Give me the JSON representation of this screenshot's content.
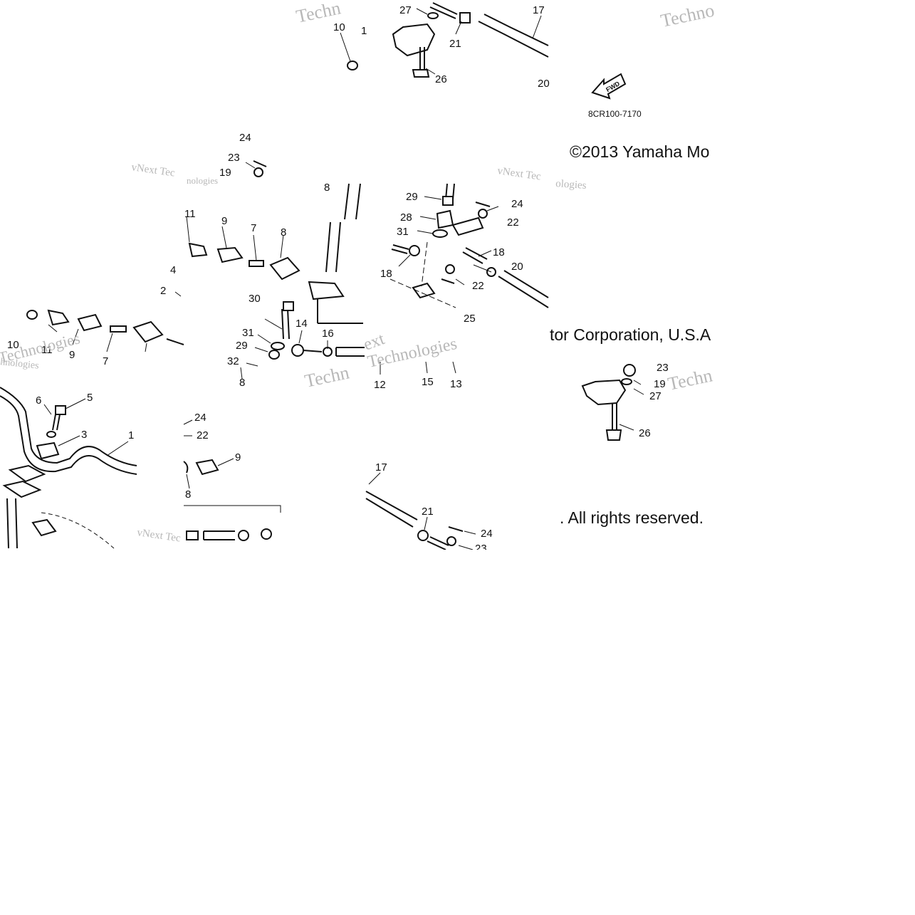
{
  "figure": {
    "ref_code": "8CR100-7170",
    "fwd_label": "FWD",
    "copyright_lines": [
      "©2013 Yamaha Mo",
      "tor Corporation, U.S.A",
      ". All rights reserved."
    ],
    "watermarks": [
      "Techn",
      "Techno",
      "vNext Tec",
      "vNext Tec",
      "nologies",
      "ologies",
      "Techn",
      "ext",
      "Technologies",
      "Technologies",
      "hnologies",
      "vNext Tec",
      "Techn"
    ]
  },
  "callouts": [
    "27",
    "10",
    "1",
    "17",
    "21",
    "26",
    "20",
    "24",
    "23",
    "19",
    "8",
    "29",
    "24",
    "28",
    "22",
    "31",
    "18",
    "20",
    "22",
    "25",
    "11",
    "9",
    "7",
    "8",
    "4",
    "2",
    "18",
    "30",
    "14",
    "16",
    "31",
    "29",
    "32",
    "8",
    "10",
    "11",
    "9",
    "7",
    "12",
    "15",
    "13",
    "23",
    "19",
    "27",
    "26",
    "6",
    "5",
    "3",
    "1",
    "24",
    "22",
    "9",
    "8",
    "17",
    "21",
    "24",
    "23"
  ],
  "colors": {
    "line": "#111111",
    "watermark": "#b8b8b8",
    "background": "#ffffff"
  }
}
